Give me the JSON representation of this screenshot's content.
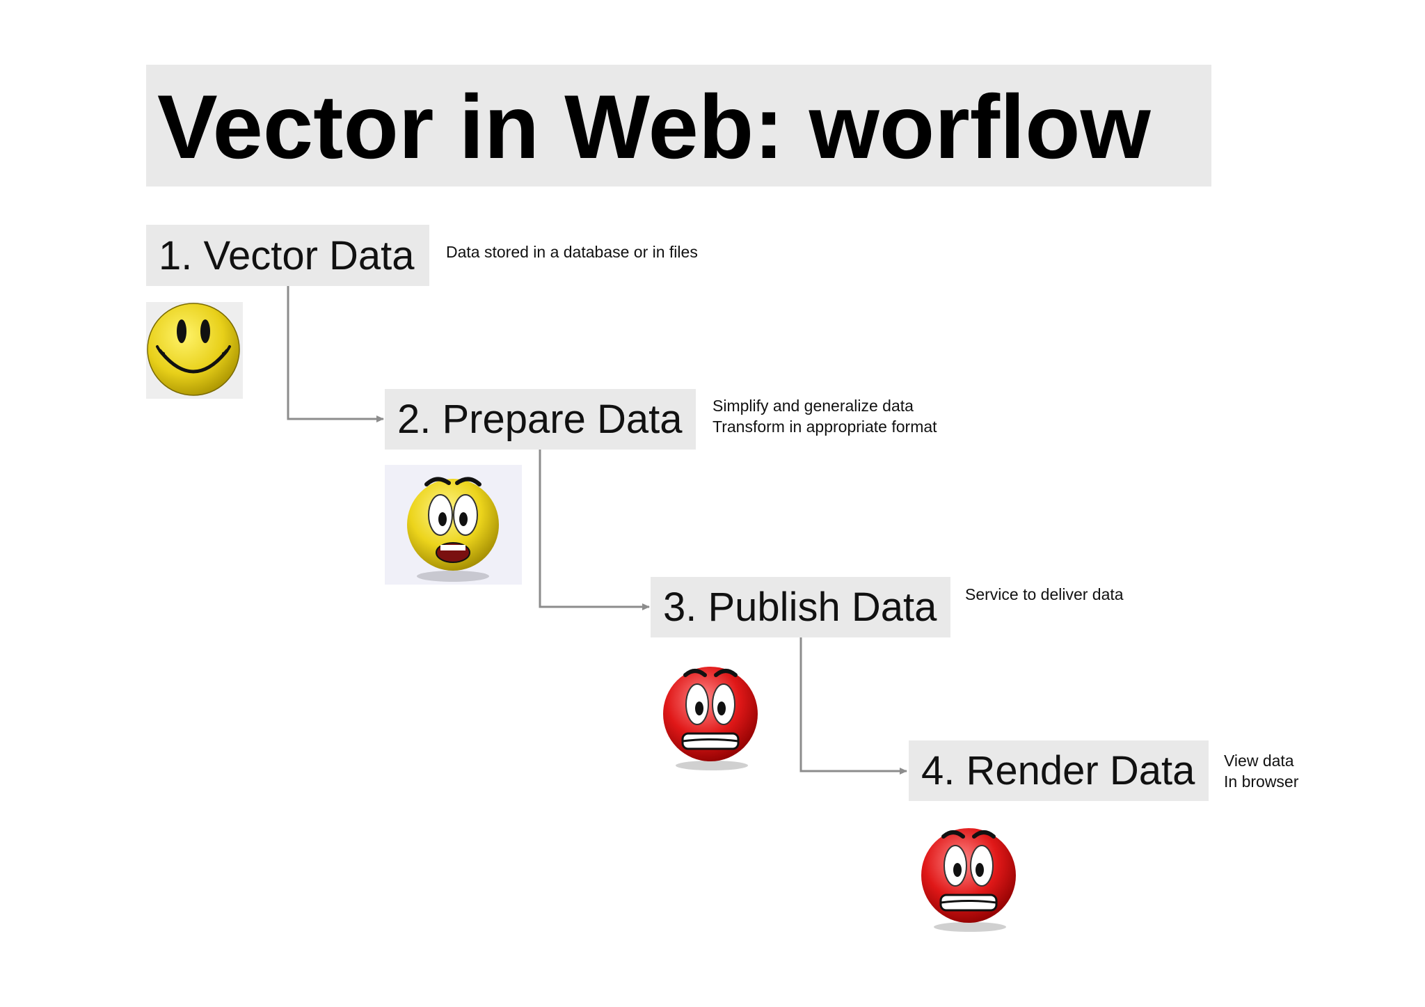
{
  "title": "Vector in Web: worflow",
  "steps": [
    {
      "label": "1. Vector Data",
      "notes": [
        "Data stored in a database or in files"
      ],
      "face": "happy-yellow-smiley-icon"
    },
    {
      "label": "2. Prepare Data",
      "notes": [
        "Simplify and generalize data",
        "Transform in appropriate format"
      ],
      "face": "worried-yellow-face-icon"
    },
    {
      "label": "3. Publish Data",
      "notes": [
        "Service to deliver data"
      ],
      "face": "alarmed-red-face-icon"
    },
    {
      "label": "4. Render Data",
      "notes": [
        "View data",
        "In browser"
      ],
      "face": "alarmed-red-face-icon"
    }
  ],
  "colors": {
    "box_background": "#e9e9e9",
    "connector": "#8c8c8c",
    "yellow_face": "#f2dc1c",
    "red_face": "#e01818"
  }
}
